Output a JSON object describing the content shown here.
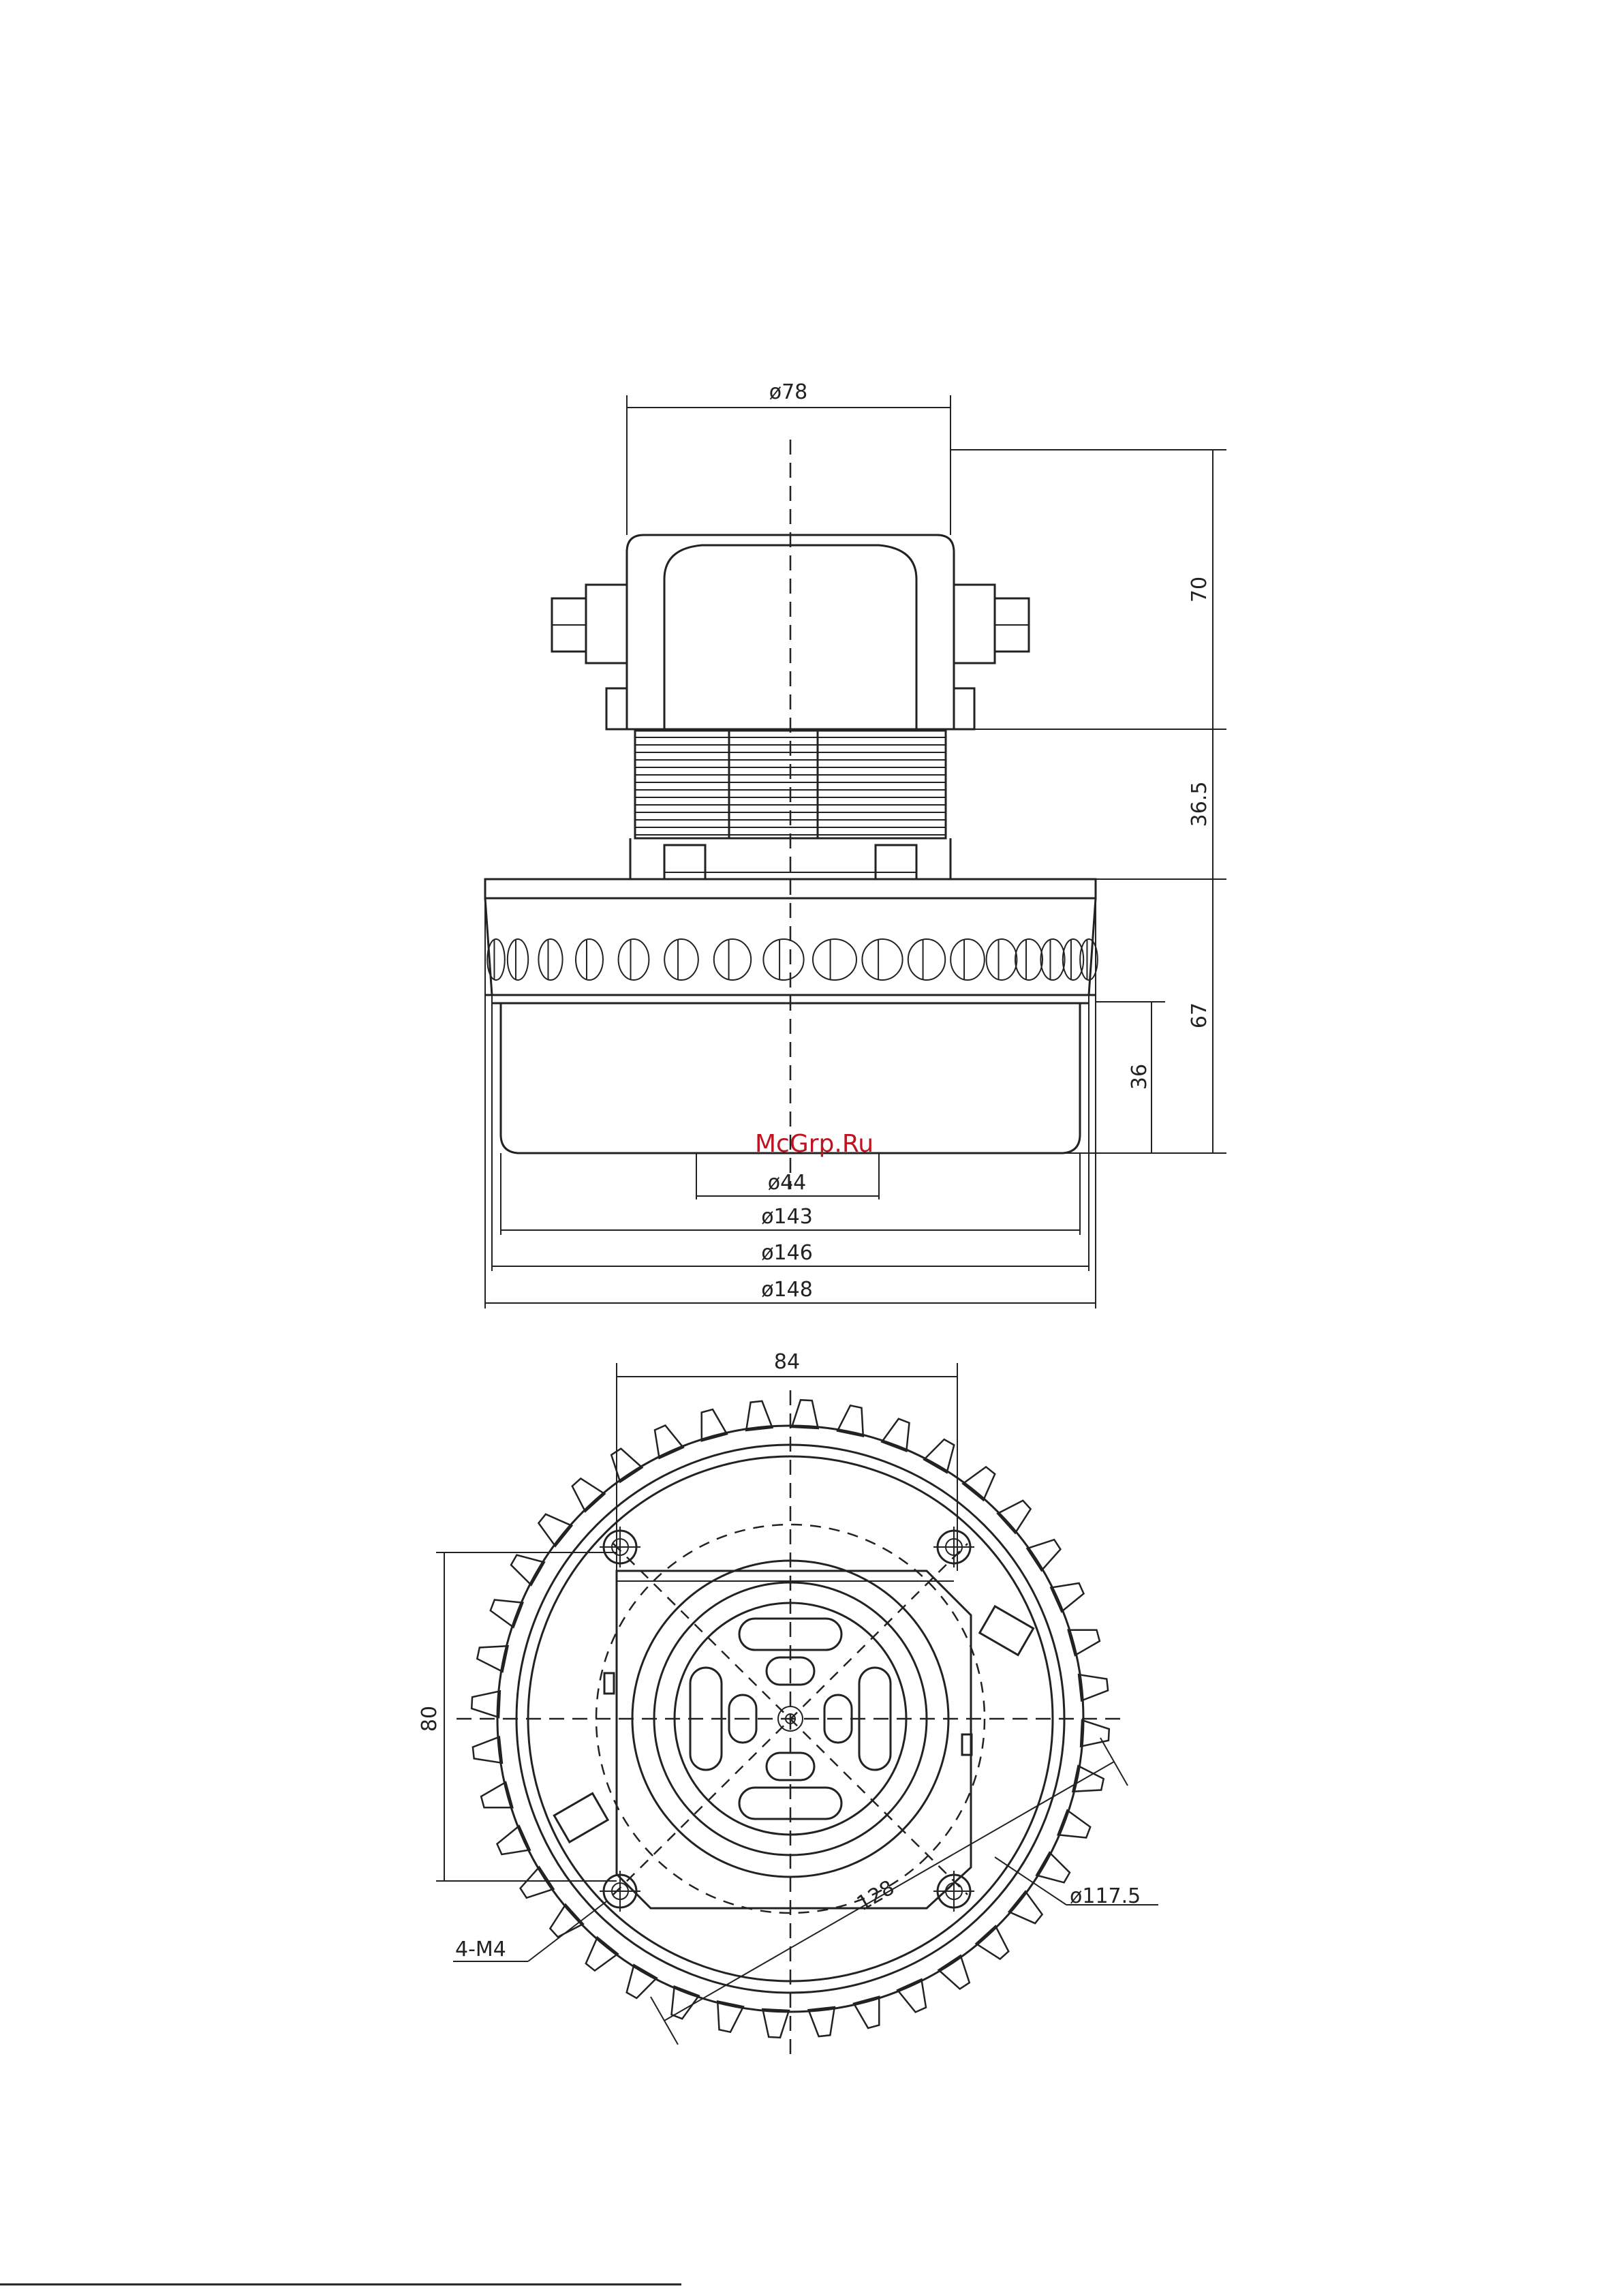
{
  "watermark": {
    "text": "McGrp.Ru",
    "color": "#c0121f"
  },
  "colors": {
    "line": "#222222",
    "background": "#ffffff"
  },
  "side_view": {
    "dim_top_diameter": "ø78",
    "dim_height_top": "70",
    "dim_height_middle": "36.5",
    "dim_height_bottom": "67",
    "dim_inner_height": "36",
    "dim_outlet_diameter": "ø44",
    "dim_diameter_143": "ø143",
    "dim_diameter_146": "ø146",
    "dim_diameter_148": "ø148"
  },
  "top_view": {
    "dim_width": "84",
    "dim_height": "80",
    "dim_bolt_span": "128",
    "dim_circle_diameter": "ø117.5",
    "label_holes": "4-M4"
  }
}
